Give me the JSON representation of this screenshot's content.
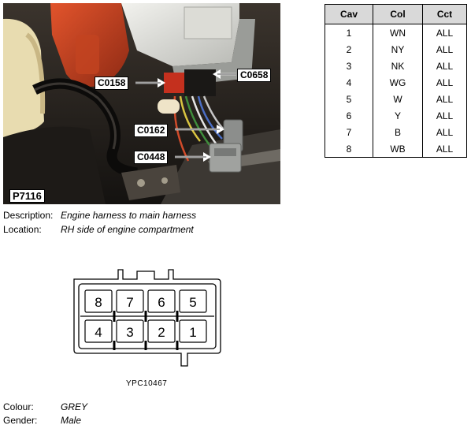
{
  "photo": {
    "id_label": "P7116",
    "callouts": {
      "c0158": "C0158",
      "c0658": "C0658",
      "c0162": "C0162",
      "c0448": "C0448"
    }
  },
  "pin_table": {
    "headers": {
      "cav": "Cav",
      "col": "Col",
      "cct": "Cct"
    },
    "rows": [
      {
        "cav": "1",
        "col": "WN",
        "cct": "ALL"
      },
      {
        "cav": "2",
        "col": "NY",
        "cct": "ALL"
      },
      {
        "cav": "3",
        "col": "NK",
        "cct": "ALL"
      },
      {
        "cav": "4",
        "col": "WG",
        "cct": "ALL"
      },
      {
        "cav": "5",
        "col": "W",
        "cct": "ALL"
      },
      {
        "cav": "6",
        "col": "Y",
        "cct": "ALL"
      },
      {
        "cav": "7",
        "col": "B",
        "cct": "ALL"
      },
      {
        "cav": "8",
        "col": "WB",
        "cct": "ALL"
      }
    ]
  },
  "description": {
    "label": "Description:",
    "value": "Engine harness to main harness"
  },
  "location": {
    "label": "Location:",
    "value": "RH side of engine compartment"
  },
  "connector": {
    "top_pins": [
      "8",
      "7",
      "6",
      "5"
    ],
    "bottom_pins": [
      "4",
      "3",
      "2",
      "1"
    ],
    "figure_ref": "YPC10467"
  },
  "colour": {
    "label": "Colour:",
    "value": "GREY"
  },
  "gender": {
    "label": "Gender:",
    "value": "Male"
  }
}
